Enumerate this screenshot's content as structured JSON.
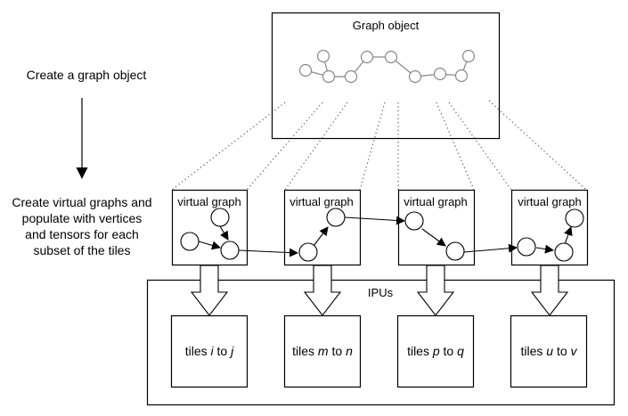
{
  "steps": {
    "create_graph": "Create a graph object",
    "create_virtual": [
      "Create virtual graphs and",
      "populate with vertices",
      "and tensors for each",
      "subset of the tiles"
    ]
  },
  "graph_object": {
    "title": "Graph object"
  },
  "virtual_graphs": [
    {
      "label": "virtual graph"
    },
    {
      "label": "virtual graph"
    },
    {
      "label": "virtual graph"
    },
    {
      "label": "virtual graph"
    }
  ],
  "ipus": {
    "label": "IPUs"
  },
  "tiles": [
    {
      "prefix": "tiles ",
      "from": "i",
      "mid": " to ",
      "to": "j"
    },
    {
      "prefix": "tiles ",
      "from": "m",
      "mid": " to ",
      "to": "n"
    },
    {
      "prefix": "tiles ",
      "from": "p",
      "mid": " to ",
      "to": "q"
    },
    {
      "prefix": "tiles ",
      "from": "u",
      "mid": " to ",
      "to": "v"
    }
  ],
  "colors": {
    "stroke": "#000000",
    "graph_node_stroke": "#888888",
    "background": "#ffffff"
  }
}
